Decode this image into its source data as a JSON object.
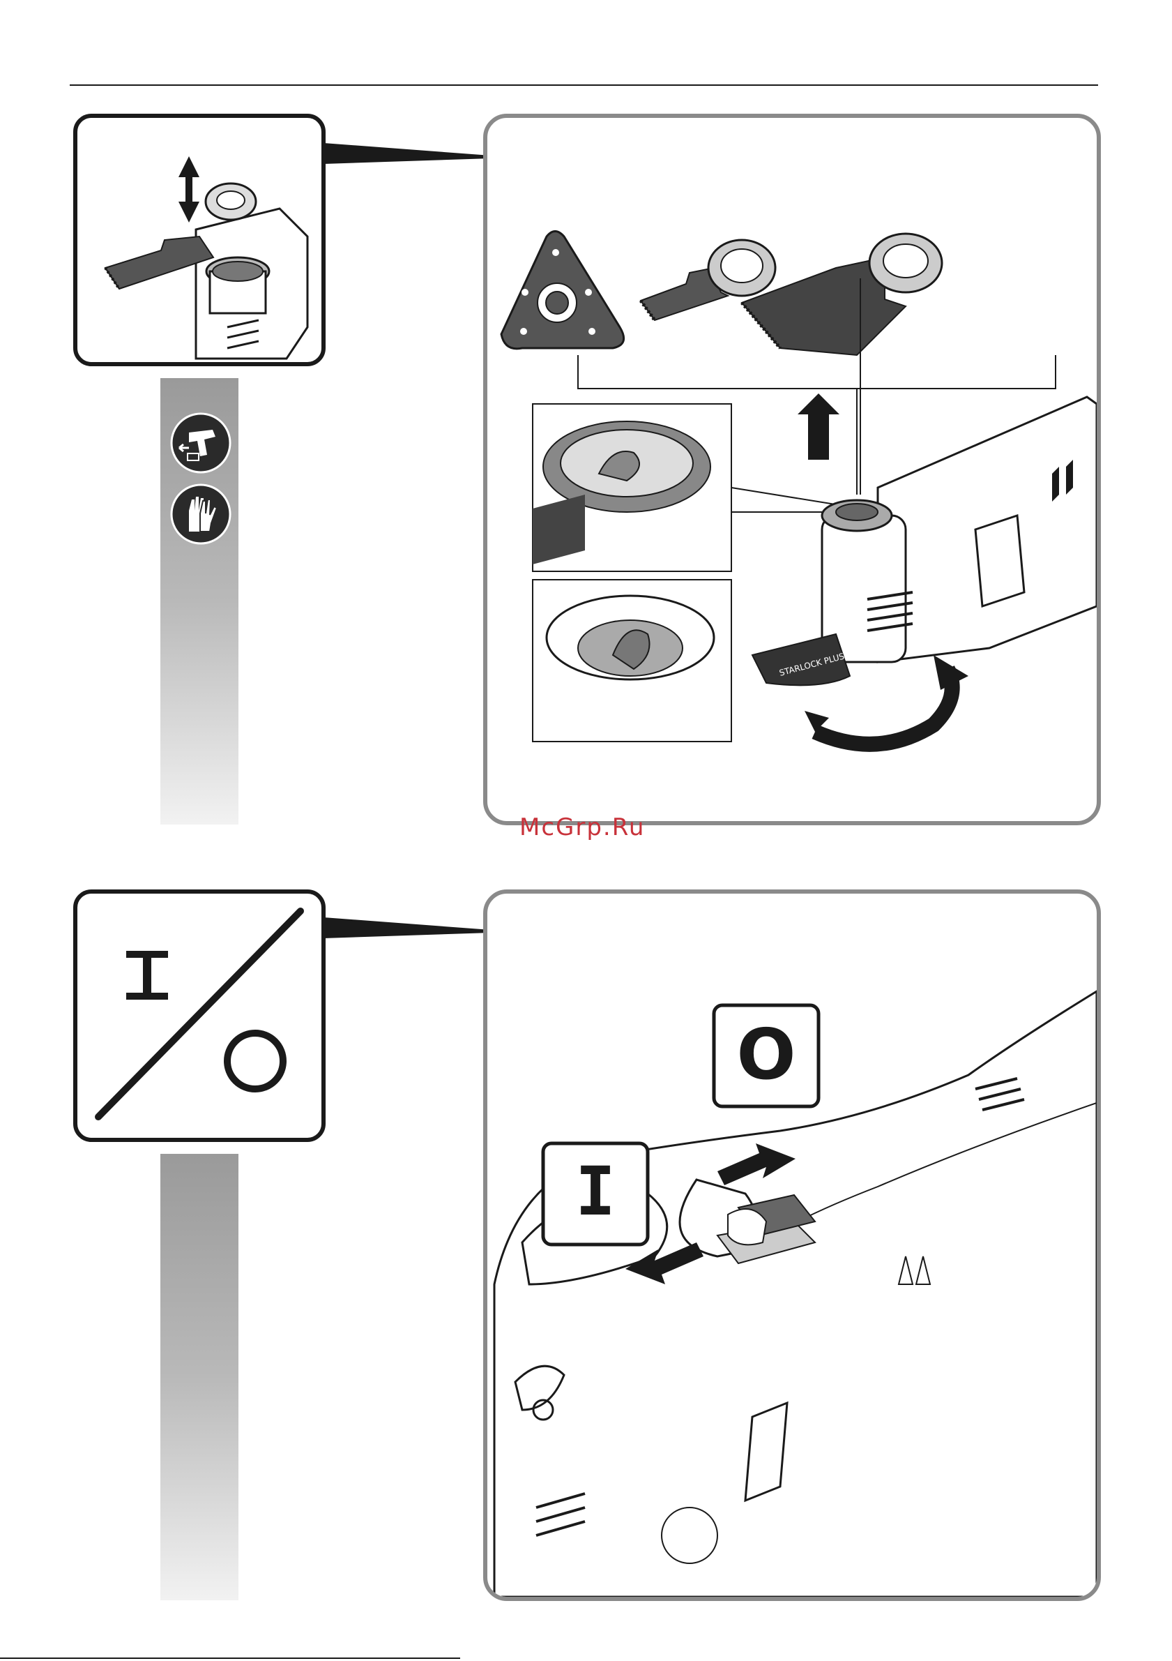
{
  "watermark": {
    "text": "McGrp.Ru",
    "color": "#c8323a"
  },
  "colors": {
    "panel_border": "#8a8a8a",
    "ink": "#1a1a1a",
    "bar_top": "#9a9a9a",
    "bar_bottom": "#f2f2f2"
  },
  "section_1": {
    "thumbnail_icon": "blade-change-icon",
    "safety_icons": [
      "remove-battery-icon",
      "wear-gloves-icon"
    ],
    "accessories": [
      "sanding-pad",
      "plunge-blade",
      "wide-blade"
    ],
    "lever_logo": "STARLOCK PLUS"
  },
  "section_2": {
    "thumbnail_icon": "on-off-icon",
    "on_label": "I",
    "off_label": "O"
  }
}
